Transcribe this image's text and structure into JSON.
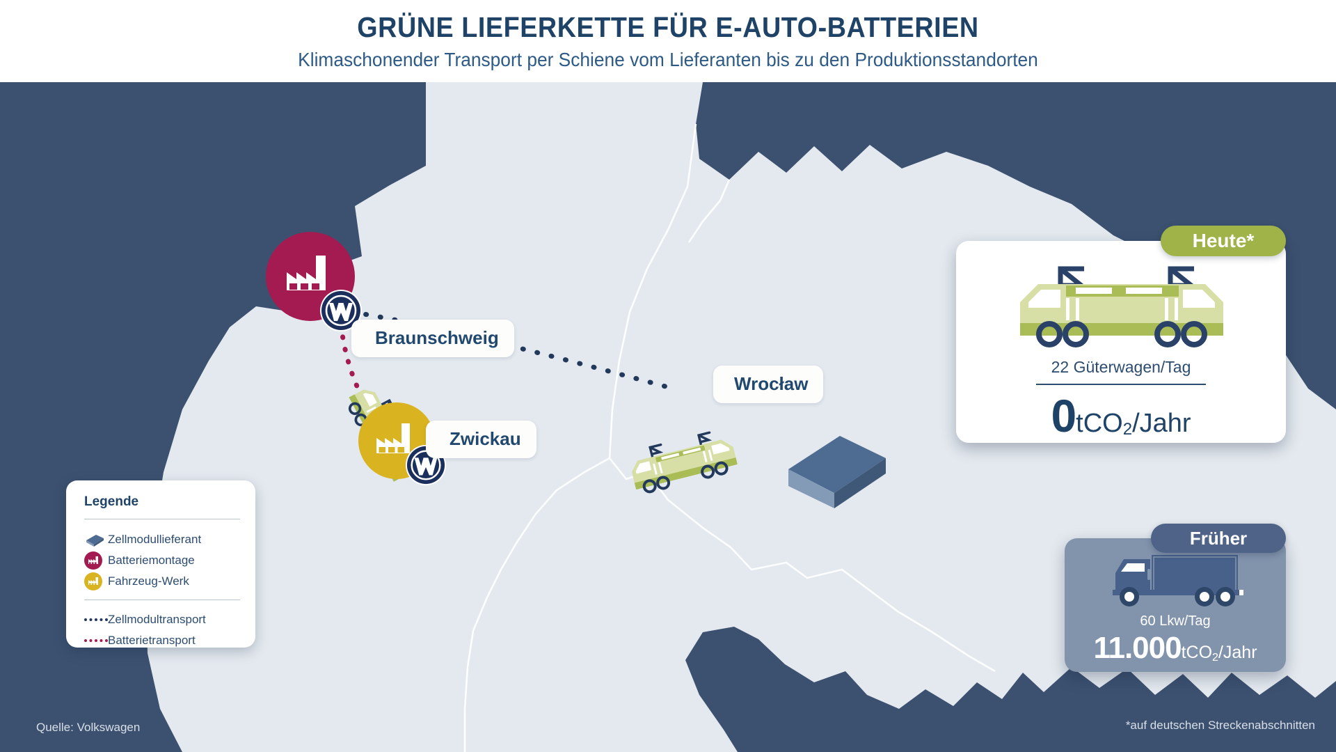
{
  "header": {
    "title": "GRÜNE LIEFERKETTE FÜR E-AUTO-BATTERIEN",
    "subtitle": "Klimaschonender Transport per Schiene vom Lieferanten bis zu den Produktionsstandorten"
  },
  "legend": {
    "title": "Legende",
    "items": [
      {
        "icon": "cell-module-block-icon",
        "label": "Zellmodullieferant",
        "color": "#4B6488"
      },
      {
        "icon": "factory-icon",
        "label": "Batteriemontage",
        "color": "#A31B50"
      },
      {
        "icon": "factory-icon",
        "label": "Fahrzeug-Werk",
        "color": "#D9B320"
      }
    ],
    "routes": [
      {
        "icon": "dotted-line-icon",
        "label": "Zellmodultransport",
        "color": "#23395B"
      },
      {
        "icon": "dotted-line-icon",
        "label": "Batterietransport",
        "color": "#A31B50"
      }
    ]
  },
  "map": {
    "sites": [
      {
        "name": "Braunschweig",
        "type": "Batteriemontage",
        "marker_color": "#A31B50",
        "brand_marker": "vw-logo-icon"
      },
      {
        "name": "Zwickau",
        "type": "Fahrzeug-Werk",
        "marker_color": "#D9B320",
        "brand_marker": "vw-logo-icon"
      },
      {
        "name": "Wrocław",
        "type": "Zellmodullieferant",
        "marker_color": "#4B6488",
        "brand_marker": null
      }
    ],
    "vehicles": [
      {
        "icon": "electric-locomotive-icon",
        "route": "Zellmodultransport"
      },
      {
        "icon": "electric-locomotive-icon",
        "route": "Batterietransport"
      }
    ]
  },
  "cards": {
    "today": {
      "badge": "Heute*",
      "badge_color": "#9FB348",
      "vehicle_icon": "electric-locomotive-icon",
      "caption": "22 Güterwagen/Tag",
      "value": "0",
      "unit_pre": "tCO",
      "unit_sub": "2",
      "unit_post": "/Jahr"
    },
    "past": {
      "badge": "Früher",
      "badge_color": "#4E6387",
      "vehicle_icon": "truck-icon",
      "caption": "60 Lkw/Tag",
      "value": "11.000",
      "unit_pre": "tCO",
      "unit_sub": "2",
      "unit_post": "/Jahr"
    }
  },
  "notes": {
    "source": "Quelle: Volkswagen",
    "footnote": "*auf deutschen Streckenabschnitten"
  },
  "colors": {
    "background": "#3C5170",
    "landmass": "#E4E9EF",
    "title": "#1F4267",
    "green": "#9FB348",
    "green_dark": "#8FA53C",
    "magenta": "#A31B50",
    "yellow": "#D9B320",
    "steel": "#4B6488",
    "navy": "#23395B"
  }
}
